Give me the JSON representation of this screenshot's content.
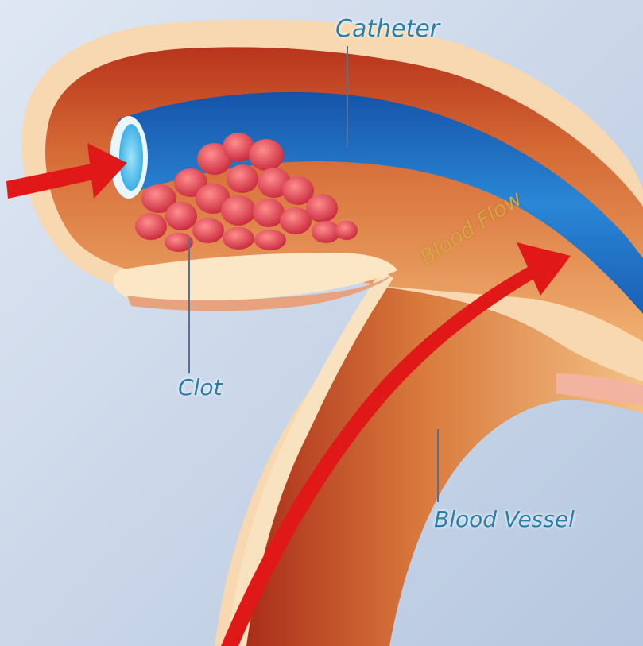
{
  "labels": {
    "catheter": "Catheter",
    "blood_flow": "Blood Flow",
    "clot": "Clot",
    "blood_vessel": "Blood Vessel"
  },
  "colors": {
    "background": "#c9d6e8",
    "vessel_wall_outer": "#f6d2a8",
    "vessel_wall_inner": "#b8341c",
    "vessel_lumen": "#e39a52",
    "catheter": "#1d6fc4",
    "catheter_tip": "#4fc3f0",
    "clot": "#e0454f",
    "arrow": "#e01818",
    "label_text": "#2a7fa8",
    "flow_label_text": "#d9a441"
  }
}
